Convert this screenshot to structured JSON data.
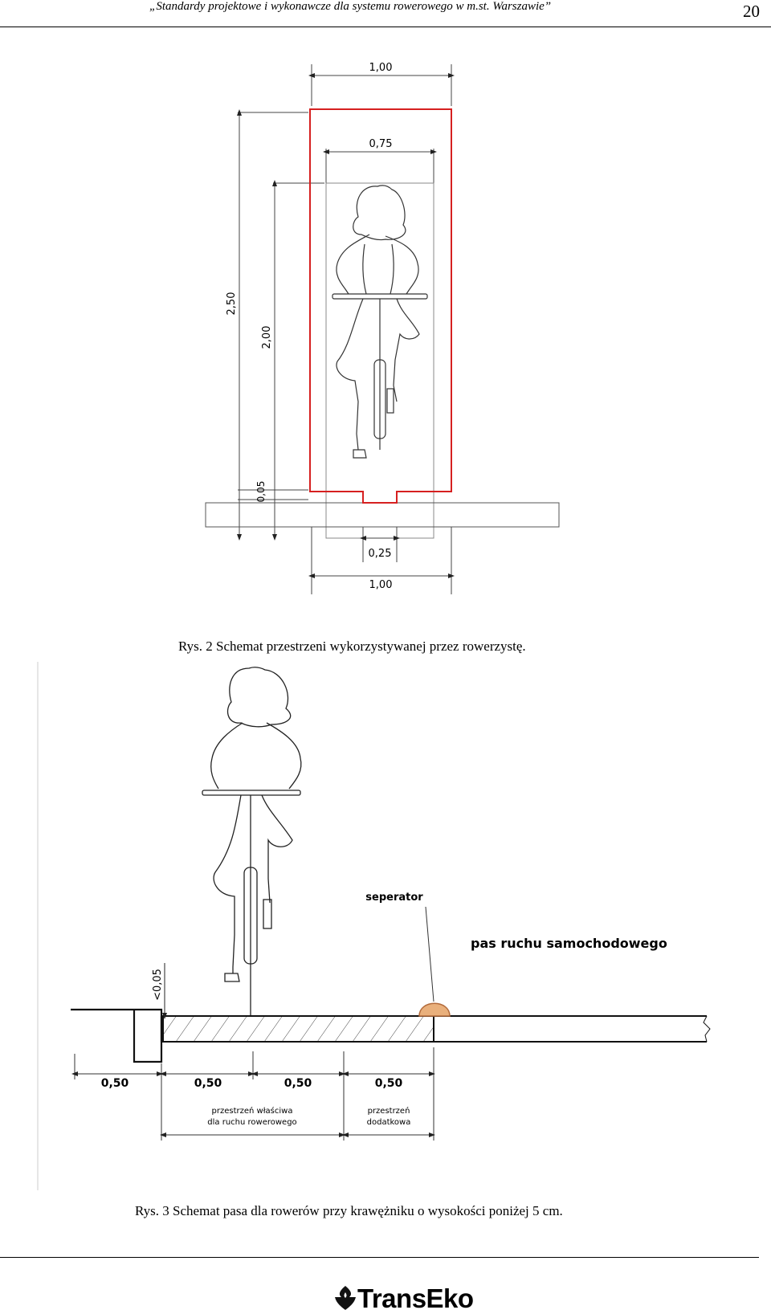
{
  "header": {
    "title": "„Standardy projektowe i wykonawcze dla systemu rowerowego w m.st. Warszawie”",
    "page_number": "20"
  },
  "figure1": {
    "caption": "Rys. 2 Schemat przestrzeni wykorzystywanej przez rowerzystę.",
    "dims": {
      "width_top": "1,00",
      "width_inner": "0,75",
      "height_total": "2,50",
      "height_rider": "2,00",
      "height_base": "0,05",
      "width_wheel": "0,25",
      "width_bottom": "1,00"
    },
    "colors": {
      "envelope": "#d62020"
    }
  },
  "figure2": {
    "caption": "Rys. 3 Schemat pasa dla rowerów przy krawężniku o wysokości poniżej 5 cm.",
    "labels": {
      "separator": "seperator",
      "car_lane": "pas ruchu samochodowego",
      "curb_height": "<0,05",
      "dim_a": "0,50",
      "dim_b": "0,50",
      "dim_c": "0,50",
      "dim_d": "0,50",
      "proper_space_l1": "przestrzeń właściwa",
      "proper_space_l2": "dla ruchu rowerowego",
      "extra_space_l1": "przestrzeń",
      "extra_space_l2": "dodatkowa"
    },
    "colors": {
      "separator": "#e9b07c"
    }
  },
  "footer": {
    "logo_text": "TransEko"
  }
}
